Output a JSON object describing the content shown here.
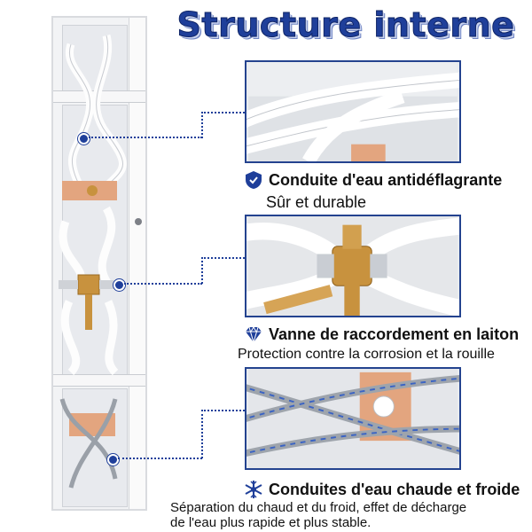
{
  "title": "Structure interne",
  "features": [
    {
      "icon": "shield-check-icon",
      "title": "Conduite d'eau antidéflagrante",
      "subtitle": "Sûr et durable"
    },
    {
      "icon": "diamond-icon",
      "title": "Vanne de raccordement en laiton",
      "subtitle": "Protection contre la corrosion et la rouille"
    },
    {
      "icon": "snowflake-sun-icon",
      "title": "Conduites d'eau chaude et froide",
      "subtitle_line1": "Séparation du chaud et du froid, effet de décharge",
      "subtitle_line2": "de l'eau plus rapide et plus stable."
    }
  ],
  "colors": {
    "accent": "#1f3f9a",
    "panel_border": "#24438f",
    "brass": "#c8923e",
    "copper_plate": "#e3a57f"
  }
}
